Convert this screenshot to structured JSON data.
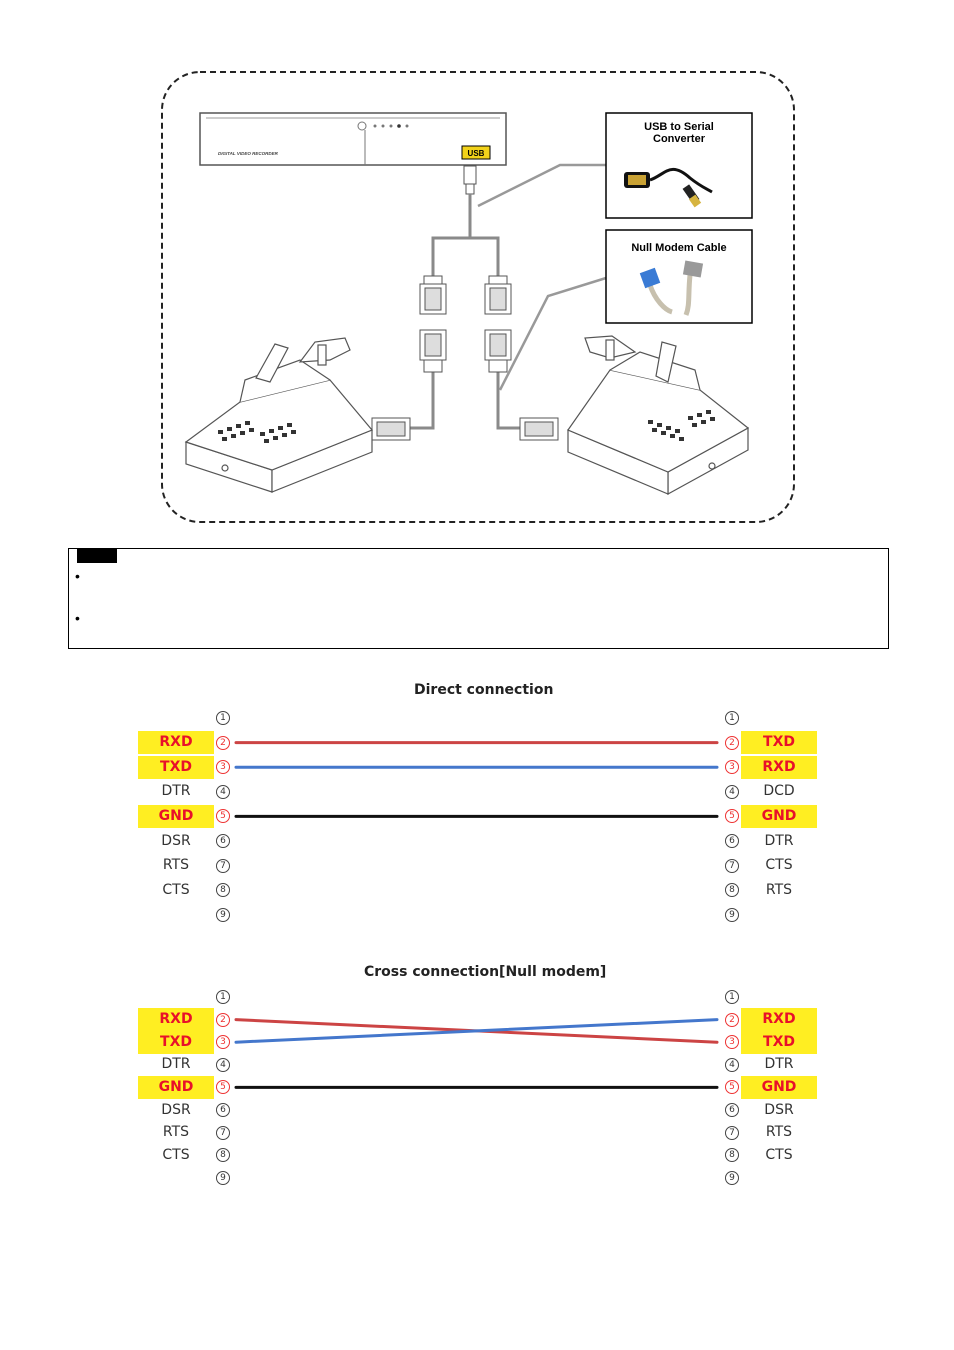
{
  "illustration": {
    "dvr_label": "DIGITAL VIDEO RECORDER",
    "usb_tag": "USB",
    "callouts": [
      {
        "id": "usb-serial",
        "title": "USB to Serial\nConverter",
        "icon": "usb-serial-converter-icon"
      },
      {
        "id": "null-modem",
        "title": "Null Modem Cable",
        "icon": "null-modem-cable-icon"
      }
    ]
  },
  "note": {
    "bullets": [
      "",
      ""
    ]
  },
  "wiring": [
    {
      "title": "Direct connection",
      "pin_numbers": [
        "①",
        "②",
        "③",
        "④",
        "⑤",
        "⑥",
        "⑦",
        "⑧",
        "⑨"
      ],
      "left_pins": [
        "",
        "RXD",
        "TXD",
        "DTR",
        "GND",
        "DSR",
        "RTS",
        "CTS",
        ""
      ],
      "right_pins": [
        "",
        "TXD",
        "RXD",
        "DCD",
        "GND",
        "DTR",
        "CTS",
        "RTS",
        ""
      ],
      "highlighted_pins": [
        2,
        3,
        5
      ],
      "wires": [
        {
          "from": 2,
          "to": 2,
          "color": "#cc4444"
        },
        {
          "from": 3,
          "to": 3,
          "color": "#4477cc"
        },
        {
          "from": 5,
          "to": 5,
          "color": "#111111"
        }
      ]
    },
    {
      "title": "Cross connection[Null modem]",
      "pin_numbers": [
        "①",
        "②",
        "③",
        "④",
        "⑤",
        "⑥",
        "⑦",
        "⑧",
        "⑨"
      ],
      "left_pins": [
        "",
        "RXD",
        "TXD",
        "DTR",
        "GND",
        "DSR",
        "RTS",
        "CTS",
        ""
      ],
      "right_pins": [
        "",
        "RXD",
        "TXD",
        "DTR",
        "GND",
        "DSR",
        "RTS",
        "CTS",
        ""
      ],
      "highlighted_pins": [
        2,
        3,
        5
      ],
      "wires": [
        {
          "from": 2,
          "to": 3,
          "color": "#cc4444"
        },
        {
          "from": 3,
          "to": 2,
          "color": "#4477cc"
        },
        {
          "from": 5,
          "to": 5,
          "color": "#111111"
        }
      ]
    }
  ],
  "colors": {
    "highlight_bg": "#ffee22",
    "highlight_text": "#e8102a",
    "usb_tag_bg": "#f2d21a"
  }
}
